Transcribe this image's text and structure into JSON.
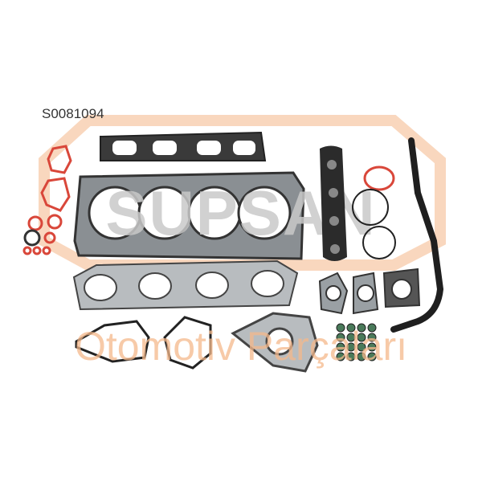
{
  "product": {
    "part_code": "S0081094"
  },
  "watermark": {
    "brand": "SUPSAN",
    "tagline": "Otomotiv Parçaları",
    "color": "#f29a5c"
  },
  "colors": {
    "gasket_metal": "#8a8f93",
    "gasket_dark": "#2b2b2b",
    "oring_red": "#d9473a",
    "seal_green": "#4a7a5a"
  }
}
